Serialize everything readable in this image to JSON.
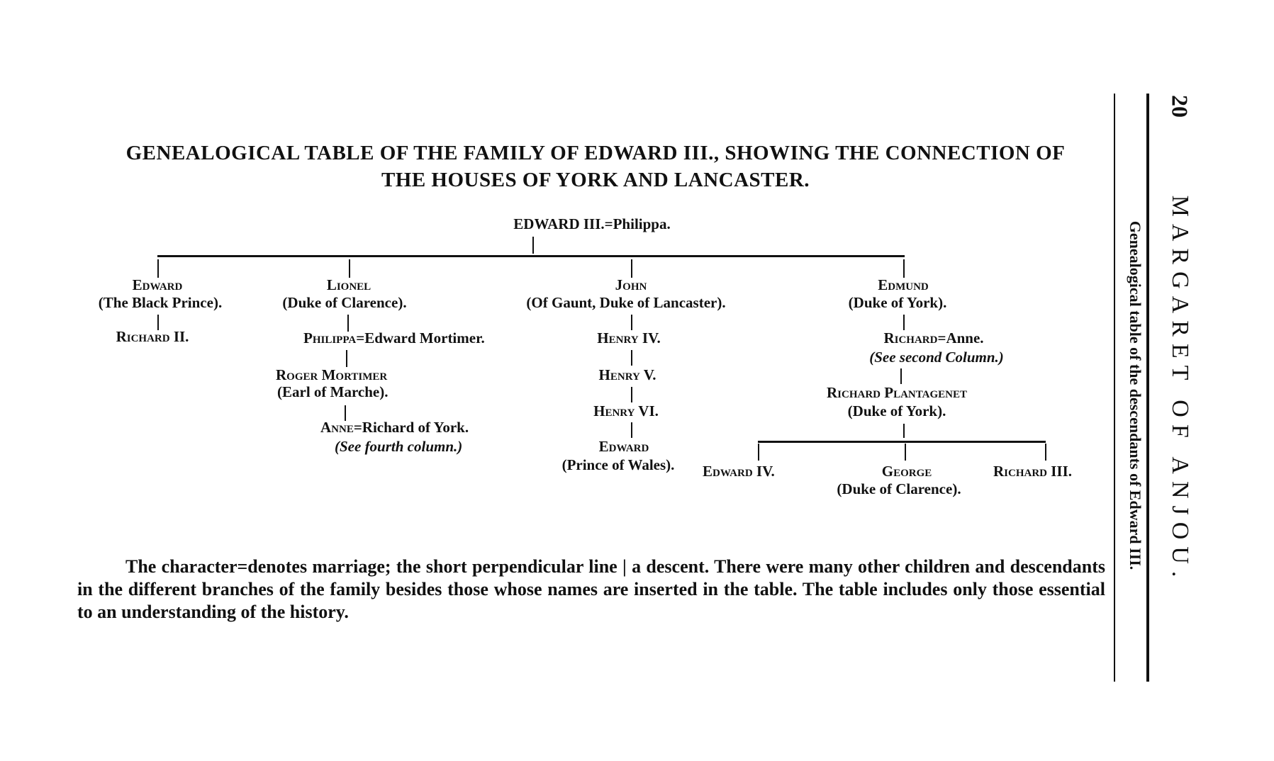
{
  "title": {
    "line1": "GENEALOGICAL TABLE OF THE FAMILY OF EDWARD III., SHOWING THE CONNECTION OF",
    "line2": "THE HOUSES OF YORK AND LANCASTER."
  },
  "tree": {
    "root": "EDWARD III.=Philippa.",
    "edward": {
      "name": "Edward",
      "sub": "(The Black Prince)."
    },
    "richard2": "Richard II.",
    "lionel": {
      "name": "Lionel",
      "sub": "(Duke of Clarence)."
    },
    "philippa": {
      "name": "Philippa",
      "rest": "=Edward Mortimer."
    },
    "roger": {
      "name": "Roger Mortimer",
      "sub": "(Earl of Marche)."
    },
    "anne": {
      "name": "Anne",
      "rest": "=Richard of York.",
      "note": "(See fourth column.)"
    },
    "john": {
      "name": "John",
      "sub": "(Of Gaunt, Duke of Lancaster)."
    },
    "henry4": "Henry IV.",
    "henry5": "Henry V.",
    "henry6": "Henry VI.",
    "edward_pw": {
      "name": "Edward",
      "sub": "(Prince of Wales)."
    },
    "edmund": {
      "name": "Edmund",
      "sub": "(Duke of York)."
    },
    "richard_anne": {
      "name": "Richard",
      "rest": "=Anne.",
      "note": "(See second Column.)"
    },
    "plantagenet": {
      "name": "Richard Plantagenet",
      "sub": "(Duke of York)."
    },
    "edward4": "Edward IV.",
    "george": {
      "name": "George",
      "sub": "(Duke of Clarence)."
    },
    "richard3": "Richard III."
  },
  "paragraph": "The character=denotes marriage; the short perpendicular line | a descent. There were many other children and descendants in the different branches of the family besides those whose names are inserted in the table. The table includes only those essential to an understanding of the history.",
  "margin": {
    "side_note": "Genealogical table of the descendants of Edward III.",
    "page_number": "20",
    "running_head": "MARGARET OF ANJOU."
  }
}
